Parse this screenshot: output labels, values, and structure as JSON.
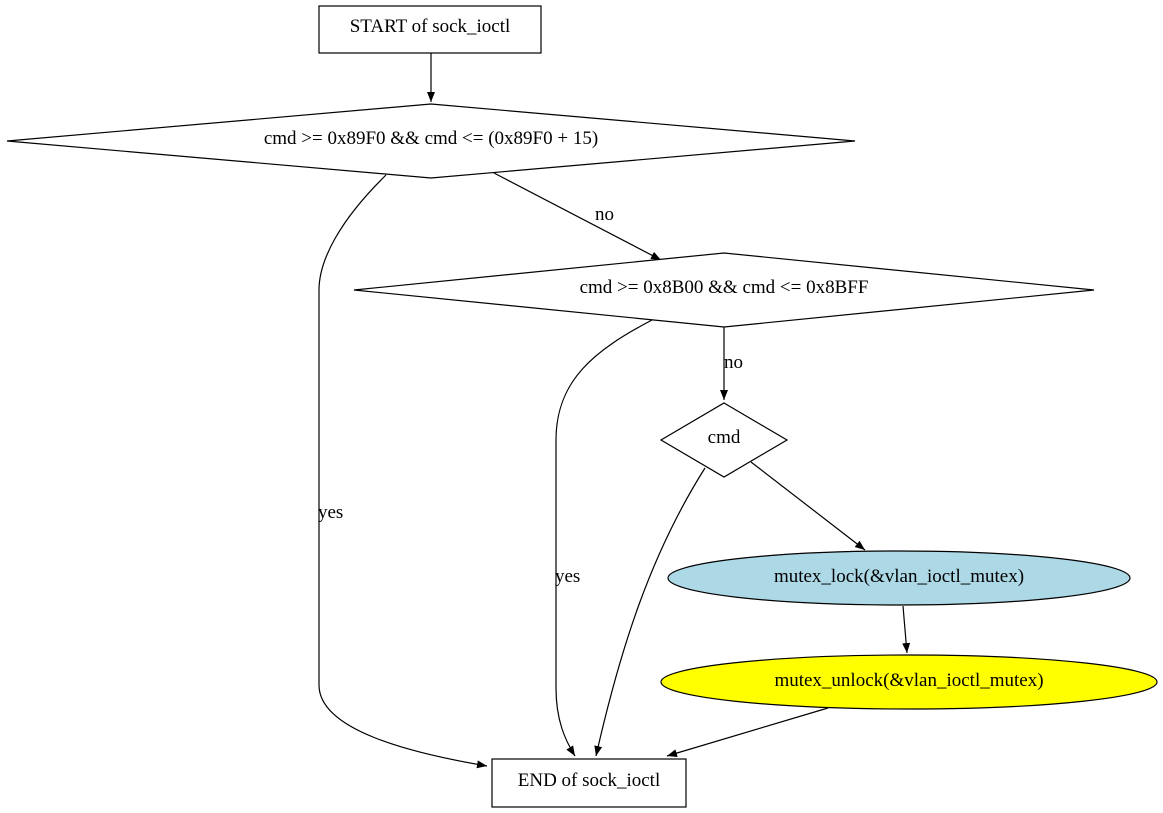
{
  "diagram": {
    "nodes": {
      "start": {
        "label": "START of sock_ioctl",
        "shape": "box",
        "fill": "#ffffff"
      },
      "cond1": {
        "label": "cmd >= 0x89F0 && cmd <= (0x89F0 + 15)",
        "shape": "diamond",
        "fill": "#ffffff"
      },
      "cond2": {
        "label": "cmd >= 0x8B00 && cmd <= 0x8BFF",
        "shape": "diamond",
        "fill": "#ffffff"
      },
      "cmd": {
        "label": "cmd",
        "shape": "diamond",
        "fill": "#ffffff"
      },
      "lock": {
        "label": "mutex_lock(&vlan_ioctl_mutex)",
        "shape": "ellipse",
        "fill": "#add8e6"
      },
      "unlock": {
        "label": "mutex_unlock(&vlan_ioctl_mutex)",
        "shape": "ellipse",
        "fill": "#ffff00"
      },
      "end": {
        "label": "END of sock_ioctl",
        "shape": "box",
        "fill": "#ffffff"
      }
    },
    "edges": {
      "start_to_cond1": {
        "label": ""
      },
      "cond1_to_cond2": {
        "label": "no"
      },
      "cond1_to_end": {
        "label": "yes"
      },
      "cond2_to_cmd": {
        "label": "no"
      },
      "cond2_to_end": {
        "label": "yes"
      },
      "cmd_to_end": {
        "label": ""
      },
      "cmd_to_lock": {
        "label": ""
      },
      "lock_to_unlock": {
        "label": ""
      },
      "unlock_to_end": {
        "label": ""
      }
    }
  }
}
